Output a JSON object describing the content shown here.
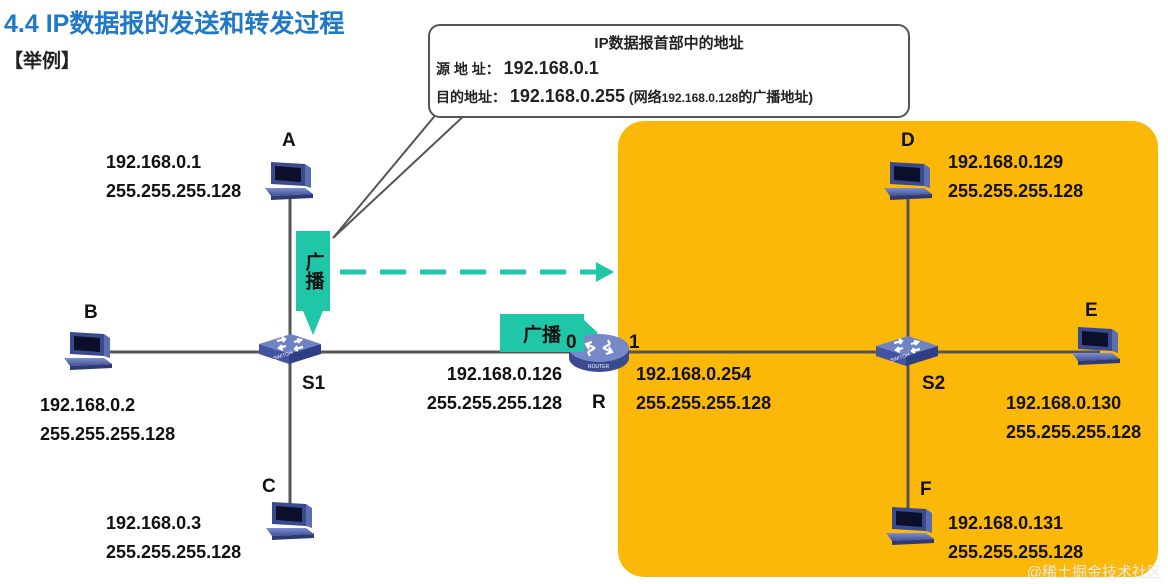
{
  "slide": {
    "title": "4.4  IP数据报的发送和转发过程",
    "example_label": "【举例】"
  },
  "callout": {
    "title": "IP数据报首部中的地址",
    "src_label": "源 地 址：",
    "src_value": "192.168.0.1",
    "dst_label": "目的地址：",
    "dst_value": "192.168.0.255",
    "dst_note_open": "(网络",
    "dst_note_net": "192.168.0.128",
    "dst_note_close": "的广播地址)"
  },
  "broadcast_label": "广播",
  "devices": {
    "switch_s1": {
      "label": "S1",
      "kind": "SWITCH"
    },
    "switch_s2": {
      "label": "S2",
      "kind": "SWITCH"
    },
    "router": {
      "label": "R",
      "kind": "ROUTER",
      "iface0": "0",
      "iface1": "1"
    }
  },
  "hosts": {
    "A": {
      "name": "A",
      "ip": "192.168.0.1",
      "mask": "255.255.255.128"
    },
    "B": {
      "name": "B",
      "ip": "192.168.0.2",
      "mask": "255.255.255.128"
    },
    "C": {
      "name": "C",
      "ip": "192.168.0.3",
      "mask": "255.255.255.128"
    },
    "D": {
      "name": "D",
      "ip": "192.168.0.129",
      "mask": "255.255.255.128"
    },
    "E": {
      "name": "E",
      "ip": "192.168.0.130",
      "mask": "255.255.255.128"
    },
    "F": {
      "name": "F",
      "ip": "192.168.0.131",
      "mask": "255.255.255.128"
    }
  },
  "router_ifaces": {
    "left": {
      "ip": "192.168.0.126",
      "mask": "255.255.255.128"
    },
    "right": {
      "ip": "192.168.0.254",
      "mask": "255.255.255.128"
    }
  },
  "colors": {
    "title": "#1f78c8",
    "network_area": "#fbb808",
    "broadcast": "#1fc7a8",
    "device": "#5b6fb0",
    "link": "#555555"
  },
  "icons": [
    "computer-icon",
    "switch-icon",
    "router-icon"
  ],
  "watermark": "@稀土掘金技术社区"
}
